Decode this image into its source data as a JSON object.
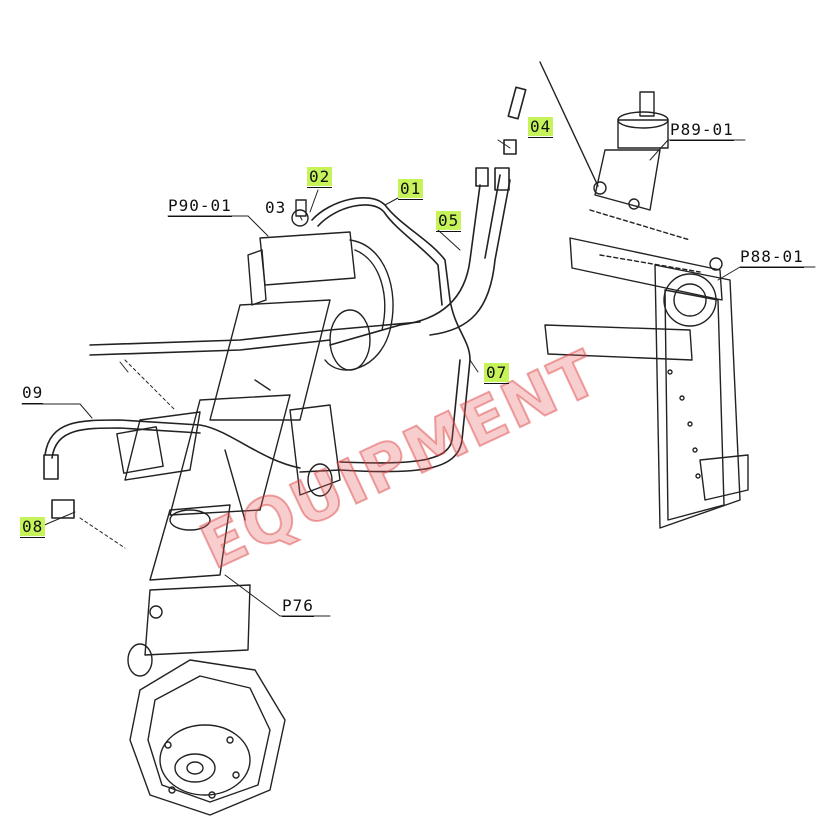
{
  "labels": {
    "p90_01": "P90-01",
    "p89_01": "P89-01",
    "p88_01": "P88-01",
    "p76": "P76",
    "c01": "01",
    "c02": "02",
    "c03": "03",
    "c04": "04",
    "c05": "05",
    "c07": "07",
    "c08": "08",
    "c09": "09"
  },
  "watermark": "EQUIPMENT",
  "colors": {
    "line": "#222222",
    "highlight": "#c6f35a",
    "watermark": "#e85a5a"
  }
}
